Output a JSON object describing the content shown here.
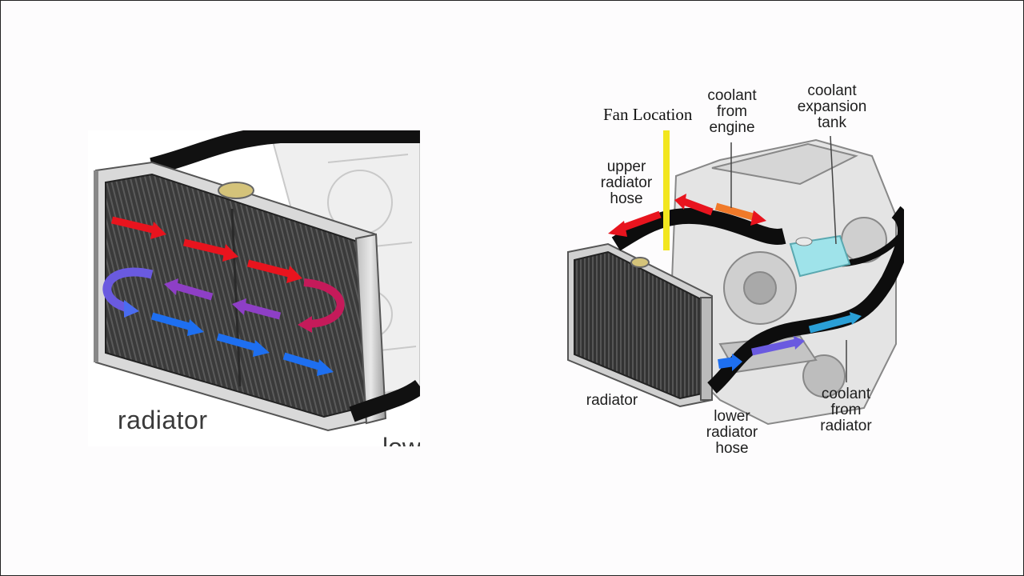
{
  "left_diagram": {
    "label": "radiator",
    "cut_label": "low"
  },
  "right_diagram": {
    "fan_label": "Fan Location",
    "labels": {
      "coolant_from_engine": "coolant\nfrom\nengine",
      "coolant_expansion_tank": "coolant\nexpansion\ntank",
      "upper_radiator_hose": "upper\nradiator\nhose",
      "radiator": "radiator",
      "lower_radiator_hose": "lower\nradiator\nhose",
      "coolant_from_radiator": "coolant\nfrom\nradiator"
    }
  },
  "colors": {
    "hot": "#e8141e",
    "warm": "#8e3fc6",
    "cool": "#1e6ff0",
    "fan_marker": "#f2e61e",
    "hose": "#0d0d0d",
    "tank": "#9fe3ea"
  }
}
